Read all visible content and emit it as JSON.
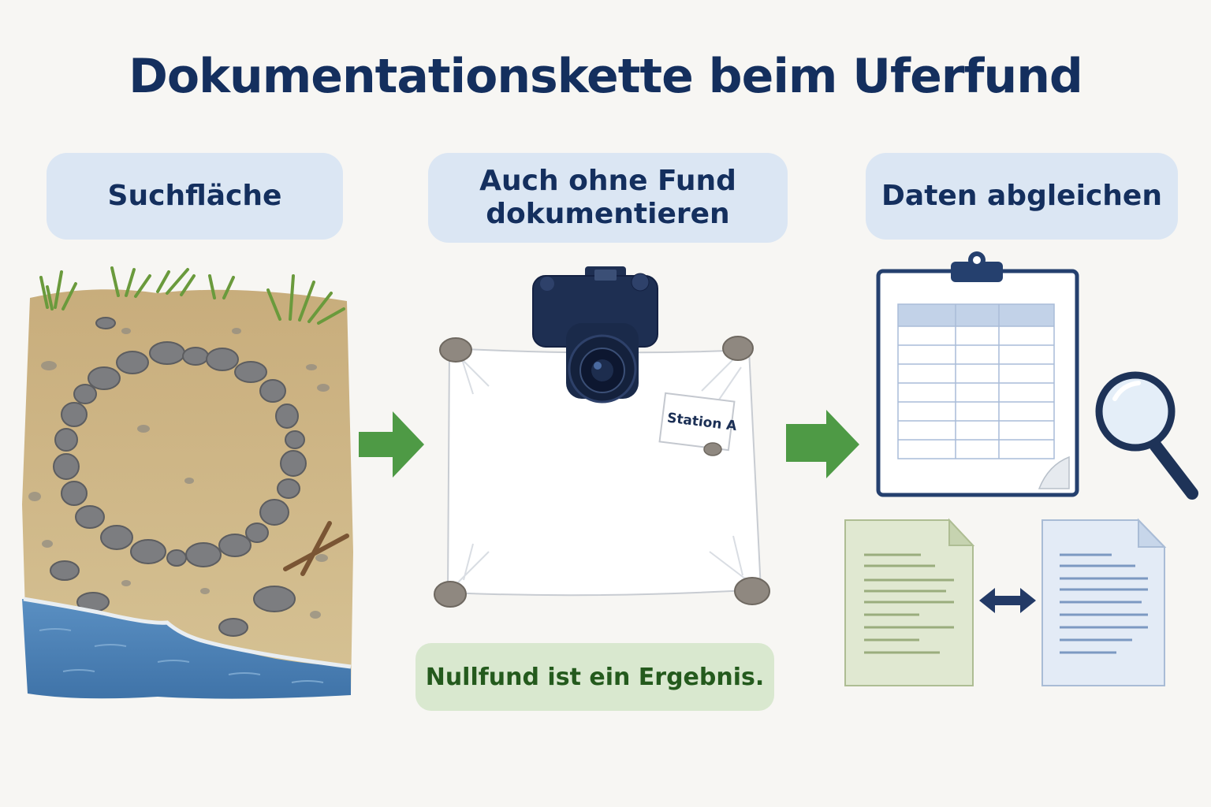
{
  "title": "Dokumentationskette beim Uferfund",
  "steps": [
    {
      "label": "Suchfläche"
    },
    {
      "label_line1": "Auch ohne Fund",
      "label_line2": "dokumentieren"
    },
    {
      "label": "Daten abgleichen"
    }
  ],
  "marker_label": "Station A",
  "result_note": "Nullfund ist ein Ergebnis.",
  "colors": {
    "title": "#142f5e",
    "step_pill": "#dbe6f3",
    "result_pill": "#d9e8cf",
    "arrow": "#4e9a45",
    "water": "#4a80b5",
    "sand": "#cfb88a",
    "stone": "#7c7d80"
  },
  "icons": [
    "camera-icon",
    "clipboard-icon",
    "magnifier-icon",
    "document-icon",
    "double-arrow-icon",
    "arrow-right-icon"
  ]
}
